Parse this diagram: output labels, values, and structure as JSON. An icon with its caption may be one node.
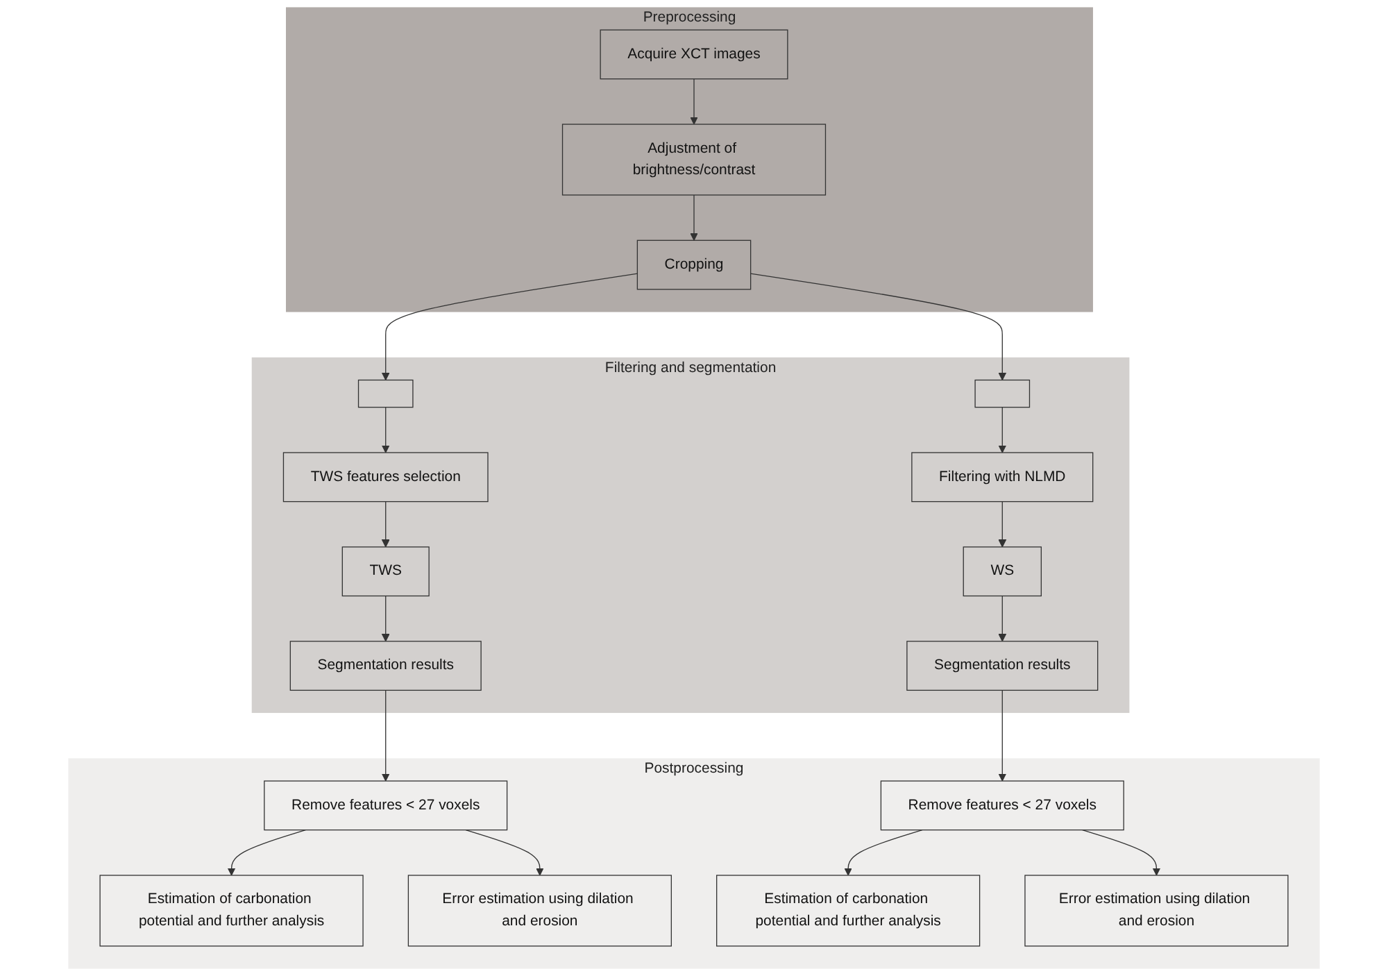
{
  "diagram": {
    "nodes": [
      {
        "text": [
          "Preprocessing"
        ]
      },
      {
        "text": [
          "Acquire XCT images"
        ],
        "in": 0
      },
      {
        "text": [
          "Adjustment of brightness/contrast"
        ],
        "in": 0
      },
      {
        "text": [
          "Cropping"
        ],
        "in": 0
      },
      {
        "text": [
          "Filtering and segmentation"
        ]
      },
      {
        "text": [],
        "shape": "box",
        "in": 4
      },
      {
        "text": [
          "TWS features selection"
        ],
        "in": 4
      },
      {
        "text": [
          "TWS"
        ],
        "in": 4
      },
      {
        "text": [
          "Segmentation results"
        ],
        "in": 4
      },
      {
        "text": [],
        "shape": "box",
        "in": 4
      },
      {
        "text": [
          "Filtering with NLMD"
        ],
        "in": 4
      },
      {
        "text": [
          "WS"
        ],
        "in": 4
      },
      {
        "text": [
          "Segmentation results"
        ],
        "in": 4
      },
      {
        "text": [
          "Postprocessing"
        ]
      },
      {
        "text": [
          "Remove features < 27 voxels"
        ],
        "in": 13
      },
      {
        "text": [
          "Estimation of carbonation potential and further analysis"
        ],
        "in": 13
      },
      {
        "text": [
          "Error estimation using dilation and erosion"
        ],
        "in": 13
      },
      {
        "text": [
          "Remove features < 27 voxels"
        ],
        "in": 13
      },
      {
        "text": [
          "Estimation of carbonation potential and further analysis"
        ],
        "in": 13
      },
      {
        "text": [
          "Error estimation using dilation and erosion"
        ],
        "in": 13
      }
    ],
    "edges": [
      {
        "from": 1,
        "to": 2,
        "arrow": "to"
      },
      {
        "from": 2,
        "to": 3,
        "arrow": "to"
      },
      {
        "from": 3,
        "to": 5,
        "arrow": "to"
      },
      {
        "from": 3,
        "to": 9,
        "arrow": "to"
      },
      {
        "from": 5,
        "to": 6,
        "arrow": "to"
      },
      {
        "from": 6,
        "to": 7,
        "arrow": "to"
      },
      {
        "from": 7,
        "to": 8,
        "arrow": "to"
      },
      {
        "from": 9,
        "to": 10,
        "arrow": "to"
      },
      {
        "from": 10,
        "to": 11,
        "arrow": "to"
      },
      {
        "from": 11,
        "to": 12,
        "arrow": "to"
      },
      {
        "from": 8,
        "to": 14,
        "arrow": "to"
      },
      {
        "from": 12,
        "to": 17,
        "arrow": "to"
      },
      {
        "from": 14,
        "to": 15,
        "arrow": "to"
      },
      {
        "from": 14,
        "to": 16,
        "arrow": "to"
      },
      {
        "from": 17,
        "to": 18,
        "arrow": "to"
      },
      {
        "from": 17,
        "to": 19,
        "arrow": "to"
      }
    ]
  }
}
